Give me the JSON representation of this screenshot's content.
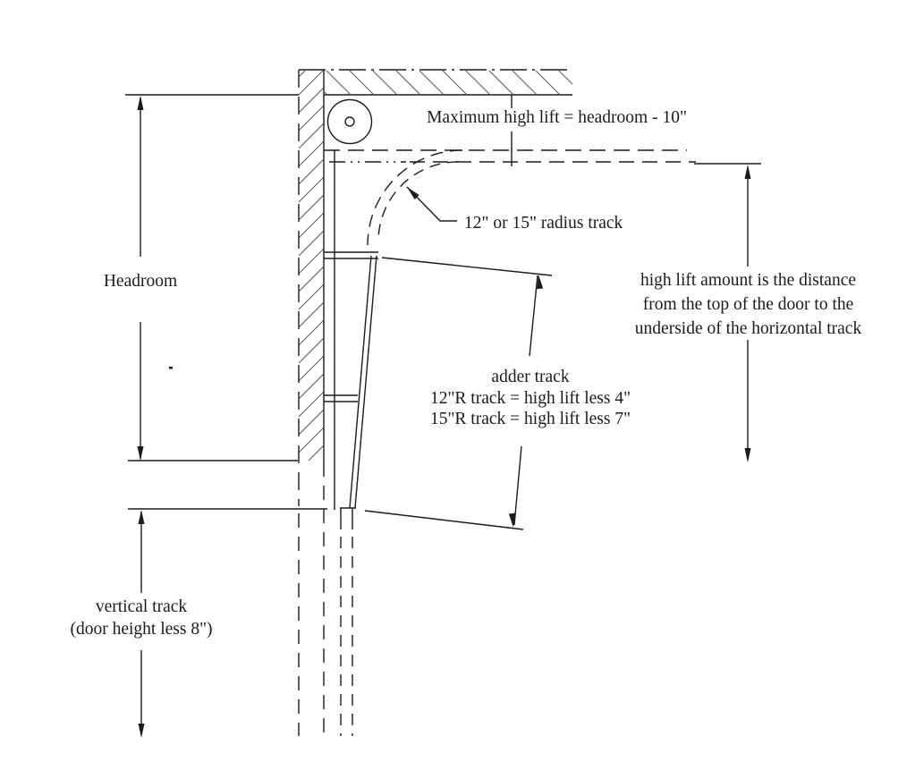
{
  "diagram": {
    "type": "engineering-line-drawing",
    "subject": "high lift garage door track section",
    "colors": {
      "line": "#1b1b1b",
      "hatch": "#5a5a5a",
      "background": "#ffffff"
    },
    "labels": {
      "max_high_lift": "Maximum high lift = headroom - 10\"",
      "radius_track": "12\" or 15\" radius track",
      "headroom": "Headroom",
      "high_lift_note": [
        "high lift amount is the distance",
        "from the top of the door to the",
        "underside of the horizontal track"
      ],
      "adder_track": [
        "adder track",
        "12\"R track = high lift less 4\"",
        "15\"R track = high lift less 7\""
      ],
      "vertical_track": [
        "vertical track",
        "(door height less 8\")"
      ]
    },
    "icons": {
      "cable_drum": "cable-drum-icon"
    }
  }
}
